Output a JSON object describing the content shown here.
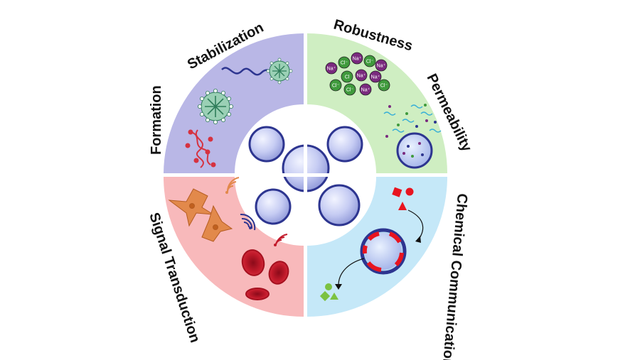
{
  "labels": {
    "formation": "Formation",
    "stabilization": "Stabilization",
    "robustness": "Robustness",
    "permeability": "Permeability",
    "chemical_communication": "Chemical Communication",
    "signal_transduction": "Signal Transduction"
  },
  "ions": [
    {
      "text": "Na⁺",
      "kind": "na"
    },
    {
      "text": "Cl⁻",
      "kind": "cl"
    },
    {
      "text": "Na⁺",
      "kind": "na"
    },
    {
      "text": "Cl⁻",
      "kind": "cl"
    },
    {
      "text": "Na⁺",
      "kind": "na"
    },
    {
      "text": "Cl",
      "kind": "cl"
    },
    {
      "text": "Na⁺",
      "kind": "na"
    },
    {
      "text": "Na⁺",
      "kind": "na"
    },
    {
      "text": "Cl⁻",
      "kind": "cl"
    },
    {
      "text": "Cl⁻",
      "kind": "cl"
    },
    {
      "text": "Na⁺",
      "kind": "na"
    },
    {
      "text": "Cl⁻",
      "kind": "cl"
    }
  ],
  "colors": {
    "formation_stabilization": "#b9b7e6",
    "robustness_permeability": "#cfeec2",
    "chemical_communication": "#c5e8f8",
    "signal_transduction": "#f8b9bb",
    "coacervate_fill": "#c5cdf5",
    "coacervate_stroke": "#2d3590",
    "na_ion": "#7a2a7e",
    "cl_ion": "#3f9a3c"
  },
  "icons": [
    "dna-strand-icon",
    "micelle-icon",
    "polymer-micelle-icon",
    "ion-cluster-icon",
    "permeable-vesicle-icon",
    "signal-molecule-icon",
    "membrane-vesicle-icon",
    "output-molecule-icon",
    "fibroblast-cell-icon",
    "red-blood-cell-icon",
    "wireless-signal-icon"
  ]
}
